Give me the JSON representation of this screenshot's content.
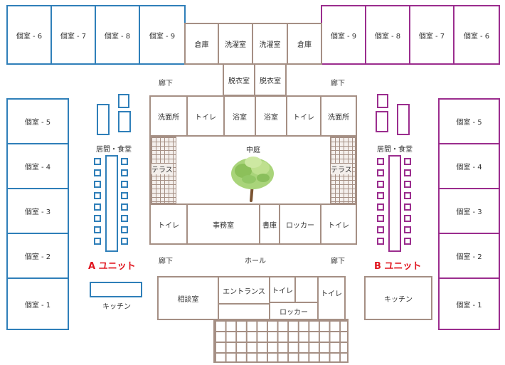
{
  "colors": {
    "unit_a": "#2f7fb9",
    "unit_b": "#9b2d8e",
    "common": "#a58f84",
    "unit_label": "#e0141e"
  },
  "unit_a": {
    "label": "A ユニット",
    "top_rooms": [
      "個室 - 6",
      "個室 - 7",
      "個室 - 8",
      "個室 - 9"
    ],
    "side_rooms": [
      "個室 - 5",
      "個室 - 4",
      "個室 - 3",
      "個室 - 2",
      "個室 - 1"
    ],
    "living": "居間・食堂",
    "kitchen": "キッチン"
  },
  "unit_b": {
    "label": "B ユニット",
    "top_rooms": [
      "個室 - 9",
      "個室 - 8",
      "個室 - 7",
      "個室 - 6"
    ],
    "side_rooms": [
      "個室 - 5",
      "個室 - 4",
      "個室 - 3",
      "個室 - 2",
      "個室 - 1"
    ],
    "living": "居間・食堂",
    "kitchen": "キッチン"
  },
  "center_top": [
    "倉庫",
    "洗濯室",
    "洗濯室",
    "倉庫"
  ],
  "dressing": [
    "脱衣室",
    "脱衣室"
  ],
  "corridor": "廊下",
  "bath_row": [
    "洗面所",
    "トイレ",
    "浴室",
    "浴室",
    "トイレ",
    "洗面所"
  ],
  "courtyard": "中庭",
  "terrace": "テラス",
  "middle_row": [
    "トイレ",
    "事務室",
    "書庫",
    "ロッカー",
    "トイレ"
  ],
  "hall": "ホール",
  "bottom": {
    "consult": "相談室",
    "entrance": "エントランス",
    "toilet": "トイレ",
    "locker": "ロッカー"
  },
  "icons": [
    "tree-icon"
  ]
}
